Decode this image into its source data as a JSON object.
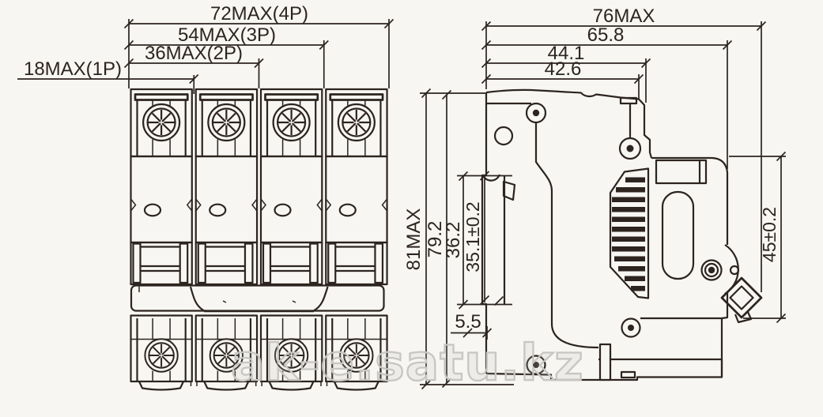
{
  "page": {
    "background": "#f7f6f3",
    "line_color": "#2d241f",
    "watermark_color": "#c7c6c3"
  },
  "front_view": {
    "title": "multi-pole breaker front view",
    "dimensions": {
      "p4": "72MAX(4P)",
      "p3": "54MAX(3P)",
      "p2": "36MAX(2P)",
      "p1": "18MAX(1P)"
    }
  },
  "side_view": {
    "title": "breaker side view",
    "dimensions": {
      "width_max": "76MAX",
      "width_upper": "65.8",
      "width_mid": "44.1",
      "width_inner": "42.6",
      "height_max": "81MAX",
      "height_body": "79.2",
      "handle_window": "36.2",
      "handle_height": "35.1±0.2",
      "handle_depth": "5.5",
      "din_rail_height": "45±0.2"
    }
  },
  "watermark": {
    "text": "ak-e.satu.kz"
  }
}
